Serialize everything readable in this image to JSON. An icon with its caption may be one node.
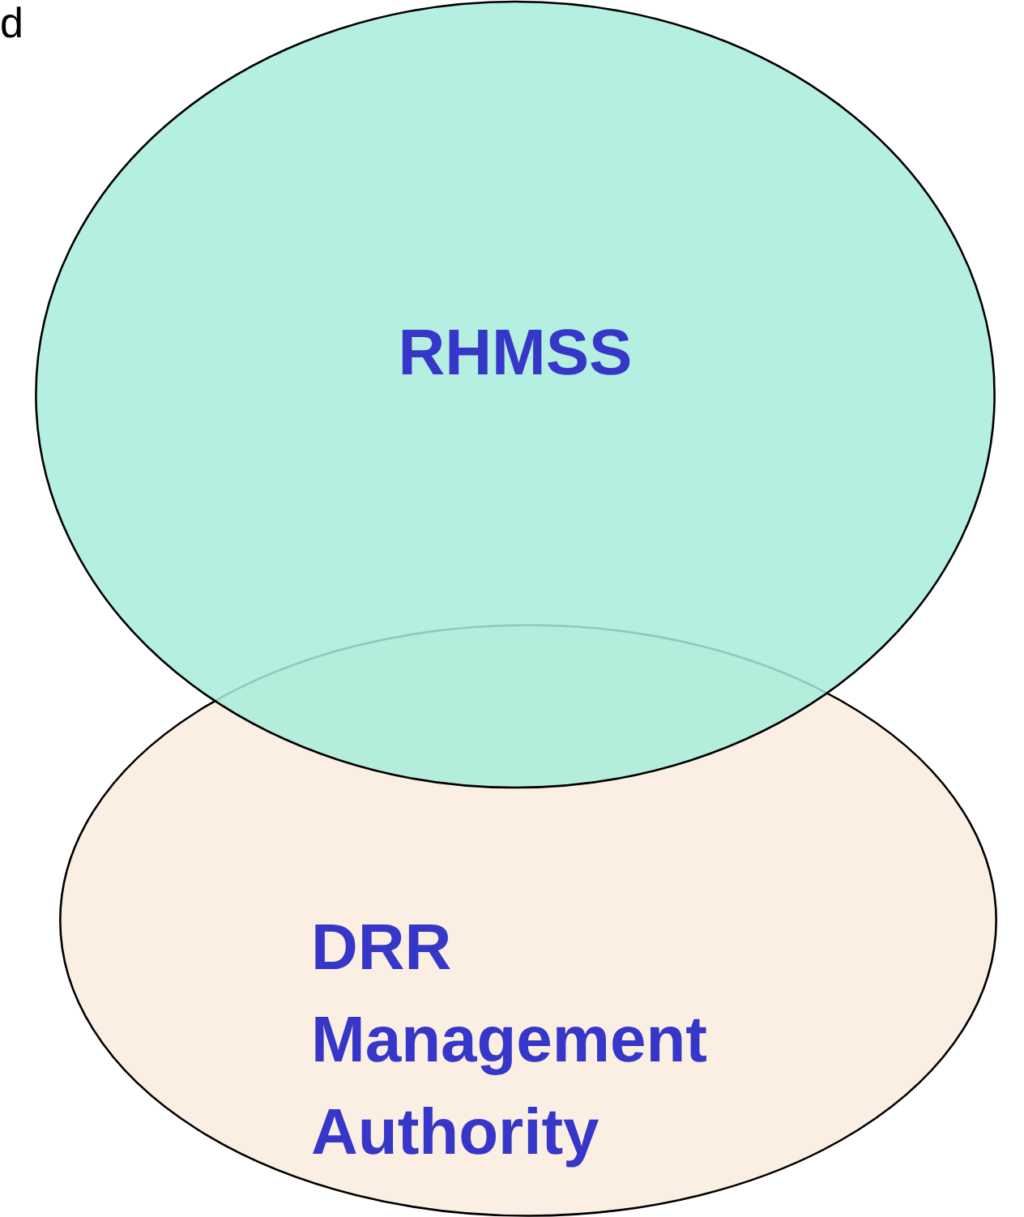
{
  "diagram": {
    "nodes": [
      {
        "text": [
          "RHMSS"
        ]
      },
      {
        "text": [
          "DRR Management Authority"
        ]
      }
    ],
    "labels": [
      "d"
    ]
  }
}
